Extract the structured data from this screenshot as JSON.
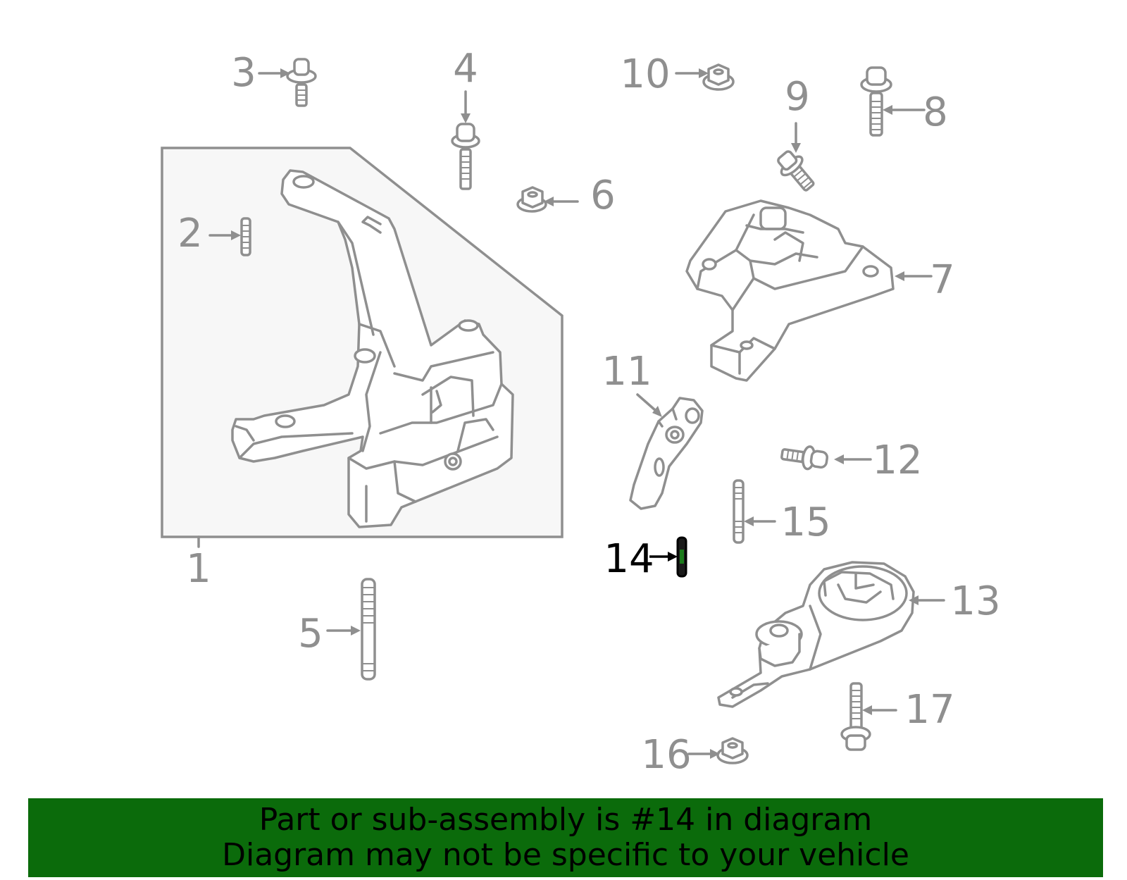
{
  "callouts": {
    "c1": "1",
    "c2": "2",
    "c3": "3",
    "c4": "4",
    "c5": "5",
    "c6": "6",
    "c7": "7",
    "c8": "8",
    "c9": "9",
    "c10": "10",
    "c11": "11",
    "c12": "12",
    "c13": "13",
    "c14": "14",
    "c15": "15",
    "c16": "16",
    "c17": "17"
  },
  "highlighted_part": "14",
  "banner": {
    "line1": "Part or sub-assembly is #14 in diagram",
    "line2": "Diagram may not be specific to your vehicle"
  },
  "colors": {
    "banner_bg": "#0b6b0b",
    "line_art": "#8f8f8f",
    "highlight": "#000000",
    "highlight_part_fill": "#1a7a1a",
    "assembly_bg": "#f7f7f7"
  }
}
